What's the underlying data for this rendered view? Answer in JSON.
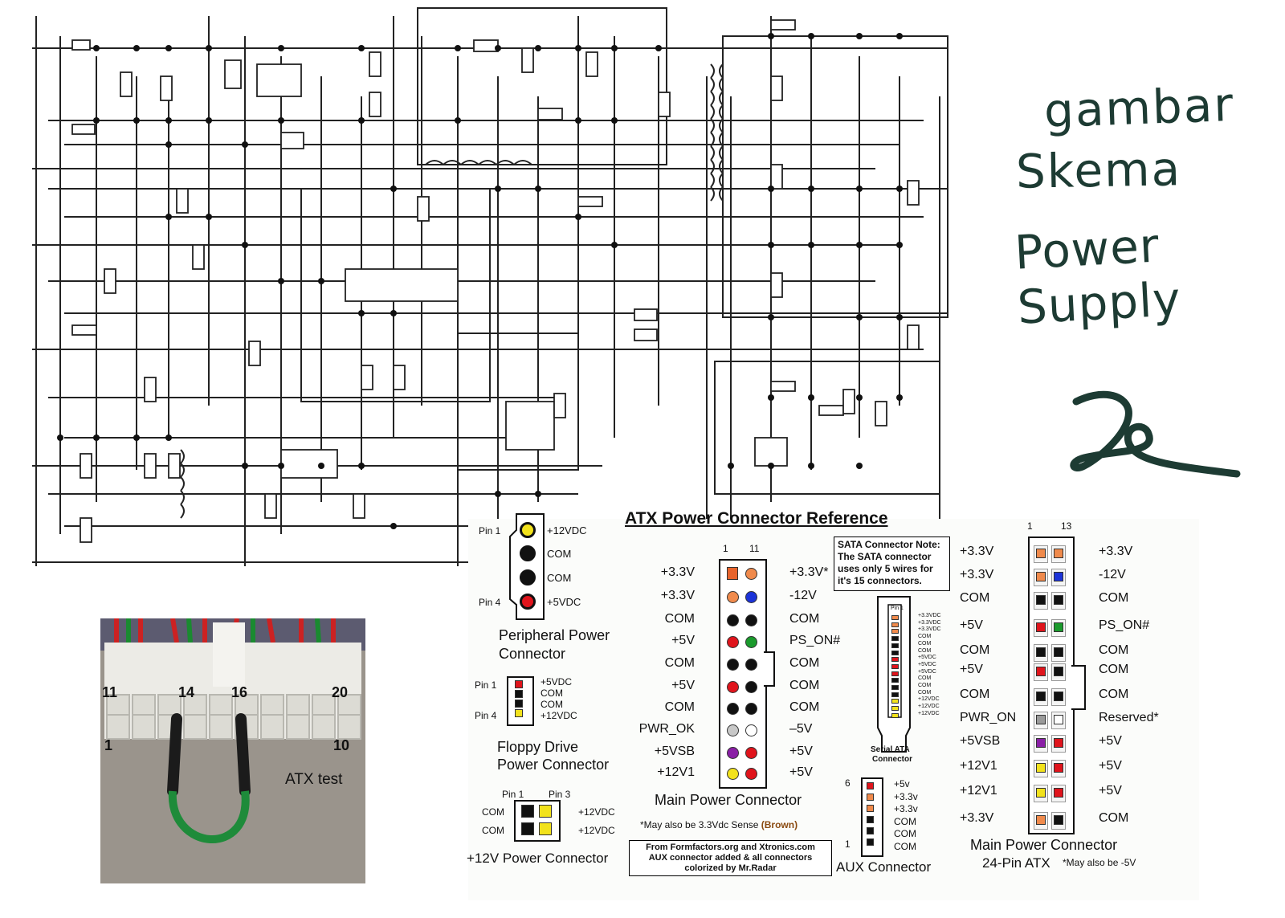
{
  "handwriting": {
    "line1": "gambar",
    "line2": "Skema",
    "line3": "Power Supply",
    "signature": "Le"
  },
  "photo": {
    "label": "ATX test",
    "pin_11": "11",
    "pin_14": "14",
    "pin_16": "16",
    "pin_20": "20",
    "pin_1": "1",
    "pin_10": "10"
  },
  "reference": {
    "title": "ATX Power Connector Reference",
    "peripheral": {
      "pin1_label": "Pin 1",
      "pin4_label": "Pin 4",
      "pins": [
        "+12VDC",
        "COM",
        "COM",
        "+5VDC"
      ],
      "pin_colors": [
        "#f2e21c",
        "#111111",
        "#111111",
        "#e0141c"
      ],
      "caption_1": "Peripheral Power",
      "caption_2": "Connector"
    },
    "floppy": {
      "pin1_label": "Pin 1",
      "pin4_label": "Pin 4",
      "pins": [
        "+5VDC",
        "COM",
        "COM",
        "+12VDC"
      ],
      "pin_colors": [
        "#e0141c",
        "#111111",
        "#111111",
        "#f2e21c"
      ],
      "caption_1": "Floppy Drive",
      "caption_2": "Power Connector"
    },
    "p12v": {
      "pin1_label": "Pin 1",
      "pin3_label": "Pin 3",
      "left_labels": [
        "COM",
        "COM"
      ],
      "right_labels": [
        "+12VDC",
        "+12VDC"
      ],
      "caption": "+12V Power Connector"
    },
    "main20": {
      "col_1": "1",
      "col_11": "11",
      "left_labels": [
        "+3.3V",
        "+3.3V",
        "COM",
        "+5V",
        "COM",
        "+5V",
        "COM",
        "PWR_OK",
        "+5VSB",
        "+12V1"
      ],
      "right_labels": [
        "+3.3V*",
        "-12V",
        "COM",
        "PS_ON#",
        "COM",
        "COM",
        "COM",
        "–5V",
        "+5V",
        "+5V"
      ],
      "left_colors": [
        "#e8642c",
        "#f08a4c",
        "#111111",
        "#e0141c",
        "#111111",
        "#e0141c",
        "#111111",
        "#c8c8c8",
        "#8a1fa6",
        "#f2e21c"
      ],
      "right_colors": [
        "#f08a4c",
        "#1c33d8",
        "#111111",
        "#1a9a2c",
        "#111111",
        "#111111",
        "#111111",
        "#ffffff",
        "#e0141c",
        "#e0141c"
      ],
      "caption": "Main Power Connector",
      "footnote_prefix": "*May also be 3.3Vdc Sense",
      "footnote_color_word": "(Brown)"
    },
    "sata_note": {
      "line1": "SATA Connector Note:",
      "line2": "The SATA connector",
      "line3": "uses only 5 wires for",
      "line4": "it's 15 connectors."
    },
    "sata": {
      "pin1": "Pin 1",
      "labels": [
        "+3.3VDC",
        "+3.3VDC",
        "+3.3VDC",
        "COM",
        "COM",
        "COM",
        "+5VDC",
        "+5VDC",
        "+5VDC",
        "COM",
        "COM",
        "COM",
        "+12VDC",
        "+12VDC",
        "+12VDC"
      ],
      "caption_1": "Serial ATA",
      "caption_2": "Connector"
    },
    "aux": {
      "num_6": "6",
      "num_1": "1",
      "labels": [
        "+5v",
        "+3.3v",
        "+3.3v",
        "COM",
        "COM",
        "COM"
      ],
      "caption": "AUX Connector"
    },
    "credits": {
      "line1": "From Formfactors.org and Xtronics.com",
      "line2": "AUX connector added & all connectors",
      "line3": "colorized by Mr.Radar"
    },
    "main24": {
      "col_1": "1",
      "col_13": "13",
      "left_labels": [
        "+3.3V",
        "+3.3V",
        "COM",
        "+5V",
        "COM",
        "+5V",
        "COM",
        "PWR_ON",
        "+5VSB",
        "+12V1",
        "+12V1",
        "+3.3V"
      ],
      "right_labels": [
        "+3.3V",
        "-12V",
        "COM",
        "PS_ON#",
        "COM",
        "COM",
        "COM",
        "Reserved*",
        "+5V",
        "+5V",
        "+5V",
        "COM"
      ],
      "left_colors": [
        "#f08a4c",
        "#f08a4c",
        "#111111",
        "#e0141c",
        "#111111",
        "#e0141c",
        "#111111",
        "#9a9a9a",
        "#8a1fa6",
        "#f2e21c",
        "#f2e21c",
        "#f08a4c"
      ],
      "right_colors": [
        "#f08a4c",
        "#1c33d8",
        "#111111",
        "#1a9a2c",
        "#111111",
        "#111111",
        "#111111",
        "#ffffff",
        "#e0141c",
        "#e0141c",
        "#e0141c",
        "#111111"
      ],
      "caption_1": "Main Power Connector",
      "caption_2": "24-Pin ATX",
      "footnote": "*May also be -5V"
    }
  },
  "colors": {
    "handwriting": "#1d3b33",
    "title_underline": "#000000",
    "brown_note": "#8a4a10"
  }
}
